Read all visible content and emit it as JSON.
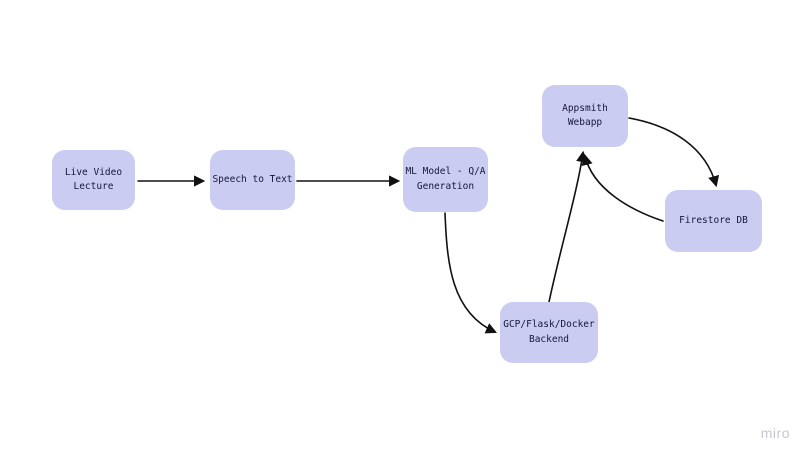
{
  "watermark": {
    "label": "miro"
  },
  "diagram": {
    "type": "flowchart",
    "nodes": [
      {
        "id": "live-video-lecture",
        "label": "Live Video Lecture"
      },
      {
        "id": "speech-to-text",
        "label": "Speech to Text"
      },
      {
        "id": "ml-model-qa-generation",
        "label": "ML Model - Q/A Generation"
      },
      {
        "id": "appsmith-webapp",
        "label": "Appsmith Webapp"
      },
      {
        "id": "firestore-db",
        "label": "Firestore DB"
      },
      {
        "id": "gcp-flask-docker-backend",
        "label": "GCP/Flask/Docker Backend"
      }
    ],
    "edges": [
      {
        "from": "live-video-lecture",
        "to": "speech-to-text"
      },
      {
        "from": "speech-to-text",
        "to": "ml-model-qa-generation"
      },
      {
        "from": "ml-model-qa-generation",
        "to": "gcp-flask-docker-backend"
      },
      {
        "from": "gcp-flask-docker-backend",
        "to": "appsmith-webapp"
      },
      {
        "from": "firestore-db",
        "to": "appsmith-webapp"
      },
      {
        "from": "appsmith-webapp",
        "to": "firestore-db"
      }
    ]
  },
  "colors": {
    "node_fill": "#cbccf2",
    "node_text": "#17173a",
    "connector": "#111111",
    "watermark": "#c5c7d0"
  }
}
